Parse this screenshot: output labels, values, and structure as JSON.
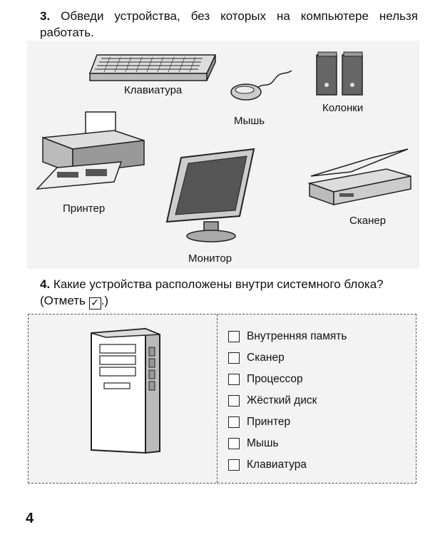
{
  "task3": {
    "number": "3.",
    "text": "Обведи устройства, без которых на компьютере нельзя работать."
  },
  "devices": {
    "keyboard": "Клавиатура",
    "mouse": "Мышь",
    "speakers": "Колонки",
    "printer": "Принтер",
    "monitor": "Монитор",
    "scanner": "Сканер"
  },
  "task4": {
    "number": "4.",
    "text": "Какие устройства расположены внутри системного блока?",
    "hint_before": "(Отметь ",
    "hint_after": ".)"
  },
  "options": [
    "Внутренняя память",
    "Сканер",
    "Процессор",
    "Жёсткий диск",
    "Принтер",
    "Мышь",
    "Клавиатура"
  ],
  "page_number": "4"
}
